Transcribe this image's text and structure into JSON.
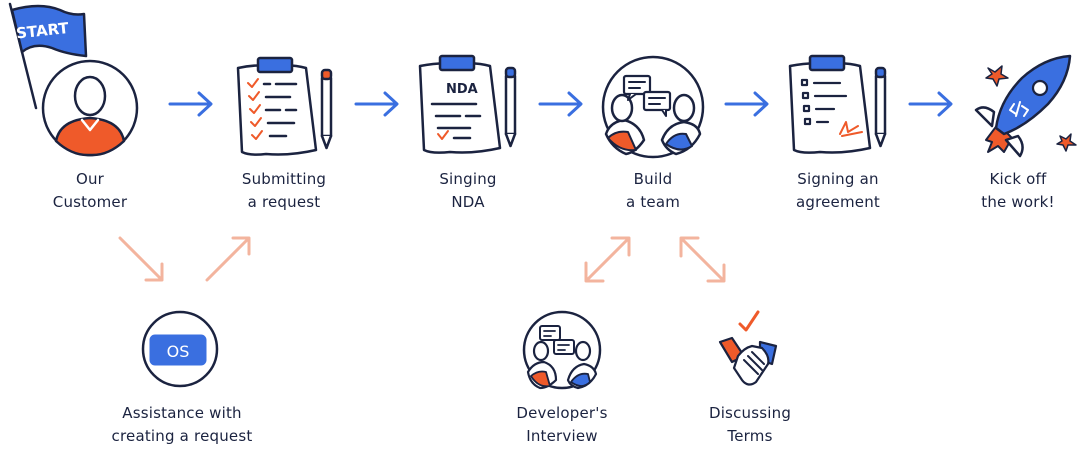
{
  "colors": {
    "ink": "#1b2340",
    "blue": "#3a6fe0",
    "orange": "#ef5a2a",
    "peach": "#f3b49e",
    "white": "#ffffff"
  },
  "flag": {
    "text": "START"
  },
  "steps": [
    {
      "id": "customer",
      "icon": "customer-avatar-icon",
      "line1": "Our",
      "line2": "Customer"
    },
    {
      "id": "request",
      "icon": "checklist-clipboard-icon",
      "line1": "Submitting",
      "line2": "a request"
    },
    {
      "id": "nda",
      "icon": "nda-clipboard-icon",
      "doc_text": "NDA",
      "line1": "Singing",
      "line2": "NDA"
    },
    {
      "id": "team",
      "icon": "team-chat-icon",
      "line1": "Build",
      "line2": "a team"
    },
    {
      "id": "agreement",
      "icon": "agreement-clipboard-icon",
      "line1": "Signing an",
      "line2": "agreement"
    },
    {
      "id": "kickoff",
      "icon": "rocket-icon",
      "line1": "Kick off",
      "line2": "the work!"
    }
  ],
  "substeps": [
    {
      "id": "assistance",
      "icon": "os-badge-icon",
      "badge_text": "OS",
      "line1": "Assistance with",
      "line2": "creating a request"
    },
    {
      "id": "interview",
      "icon": "interview-chat-icon",
      "line1": "Developer's",
      "line2": "Interview"
    },
    {
      "id": "terms",
      "icon": "handshake-icon",
      "line1": "Discussing",
      "line2": "Terms"
    }
  ]
}
